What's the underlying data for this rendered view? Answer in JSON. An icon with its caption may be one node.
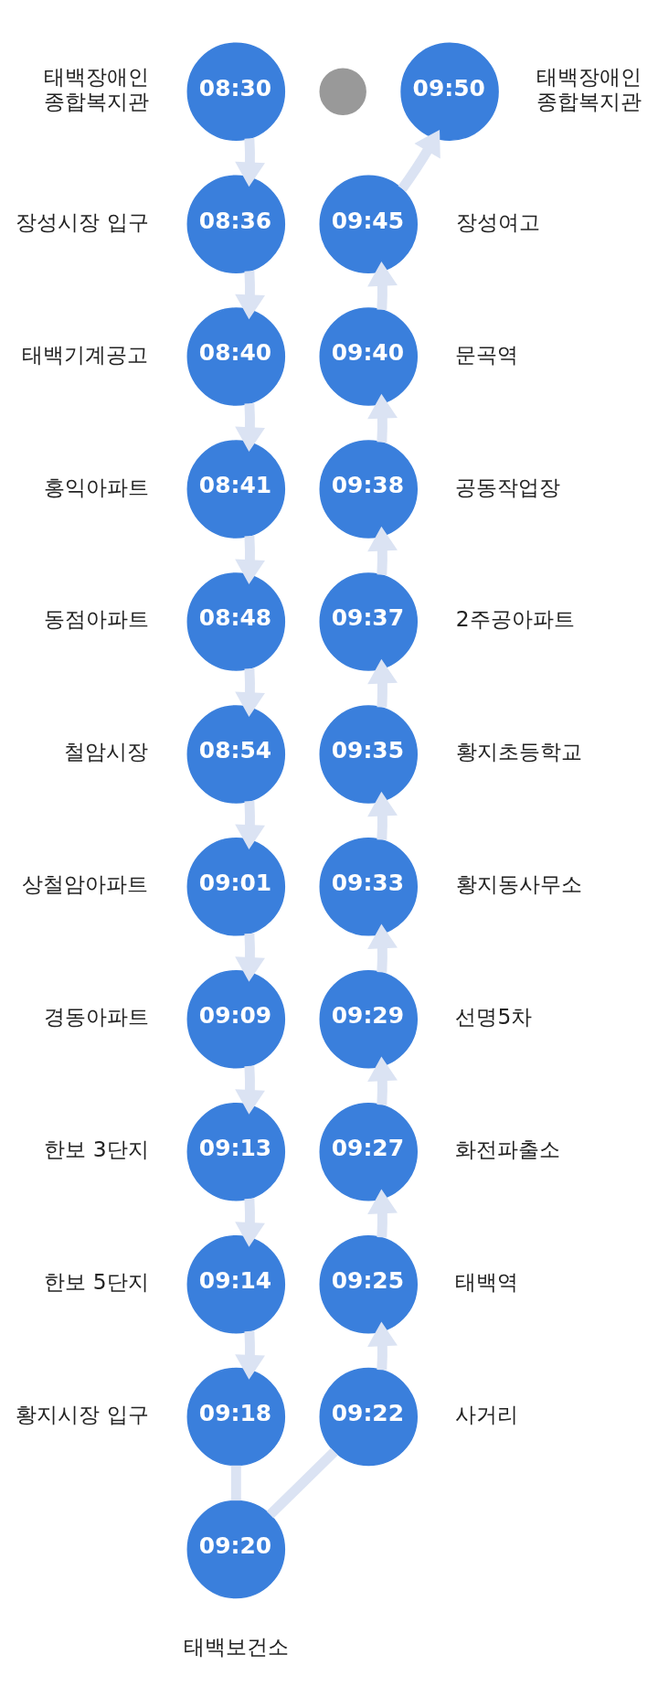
{
  "diagram": {
    "nodes": [
      {
        "text": [
          "08:30"
        ],
        "beside": [
          "태백장애인 종합복지관"
        ]
      },
      {
        "text": [
          "08:36"
        ],
        "beside": [
          "장성시장 입구"
        ]
      },
      {
        "text": [
          "08:40"
        ],
        "beside": [
          "태백기계공고"
        ]
      },
      {
        "text": [
          "08:41"
        ],
        "beside": [
          "홍익아파트"
        ]
      },
      {
        "text": [
          "08:48"
        ],
        "beside": [
          "동점아파트"
        ]
      },
      {
        "text": [
          "08:54"
        ],
        "beside": [
          "철암시장"
        ]
      },
      {
        "text": [
          "09:01"
        ],
        "beside": [
          "상철암아파트"
        ]
      },
      {
        "text": [
          "09:09"
        ],
        "beside": [
          "경동아파트"
        ]
      },
      {
        "text": [
          "09:13"
        ],
        "beside": [
          "한보 3단지"
        ]
      },
      {
        "text": [
          "09:14"
        ],
        "beside": [
          "한보 5단지"
        ]
      },
      {
        "text": [
          "09:18"
        ],
        "beside": [
          "황지시장 입구"
        ]
      },
      {
        "text": [
          "09:20"
        ],
        "beside": [
          "태백보건소"
        ]
      },
      {
        "text": [
          "09:22"
        ],
        "beside": [
          "사거리"
        ]
      },
      {
        "text": [
          "09:25"
        ],
        "beside": [
          "태백역"
        ]
      },
      {
        "text": [
          "09:27"
        ],
        "beside": [
          "화전파출소"
        ]
      },
      {
        "text": [
          "09:29"
        ],
        "beside": [
          "선명5차"
        ]
      },
      {
        "text": [
          "09:33"
        ],
        "beside": [
          "황지동사무소"
        ]
      },
      {
        "text": [
          "09:35"
        ],
        "beside": [
          "황지초등학교"
        ]
      },
      {
        "text": [
          "09:37"
        ],
        "beside": [
          "2주공아파트"
        ]
      },
      {
        "text": [
          "09:38"
        ],
        "beside": [
          "공동작업장"
        ]
      },
      {
        "text": [
          "09:40"
        ],
        "beside": [
          "문곡역"
        ]
      },
      {
        "text": [
          "09:45"
        ],
        "beside": [
          "장성여고"
        ]
      },
      {
        "text": [
          "09:50"
        ],
        "beside": [
          "태백장애인 종합복지관"
        ]
      },
      {
        "text": [],
        "shape": "circle"
      }
    ],
    "edges": [
      {
        "from": 0,
        "to": 1,
        "arrow": "to"
      },
      {
        "from": 1,
        "to": 2,
        "arrow": "to"
      },
      {
        "from": 2,
        "to": 3,
        "arrow": "to"
      },
      {
        "from": 3,
        "to": 4,
        "arrow": "to"
      },
      {
        "from": 4,
        "to": 5,
        "arrow": "to"
      },
      {
        "from": 5,
        "to": 6,
        "arrow": "to"
      },
      {
        "from": 6,
        "to": 7,
        "arrow": "to"
      },
      {
        "from": 7,
        "to": 8,
        "arrow": "to"
      },
      {
        "from": 8,
        "to": 9,
        "arrow": "to"
      },
      {
        "from": 9,
        "to": 10,
        "arrow": "to"
      },
      {
        "from": 10,
        "to": 11,
        "arrow": "none"
      },
      {
        "from": 11,
        "to": 12,
        "arrow": "none"
      },
      {
        "from": 12,
        "to": 13,
        "arrow": "to"
      },
      {
        "from": 13,
        "to": 14,
        "arrow": "to"
      },
      {
        "from": 14,
        "to": 15,
        "arrow": "to"
      },
      {
        "from": 15,
        "to": 16,
        "arrow": "to"
      },
      {
        "from": 16,
        "to": 17,
        "arrow": "to"
      },
      {
        "from": 17,
        "to": 18,
        "arrow": "to"
      },
      {
        "from": 18,
        "to": 19,
        "arrow": "to"
      },
      {
        "from": 19,
        "to": 20,
        "arrow": "to"
      },
      {
        "from": 20,
        "to": 21,
        "arrow": "to"
      },
      {
        "from": 21,
        "to": 22,
        "arrow": "to"
      }
    ]
  }
}
